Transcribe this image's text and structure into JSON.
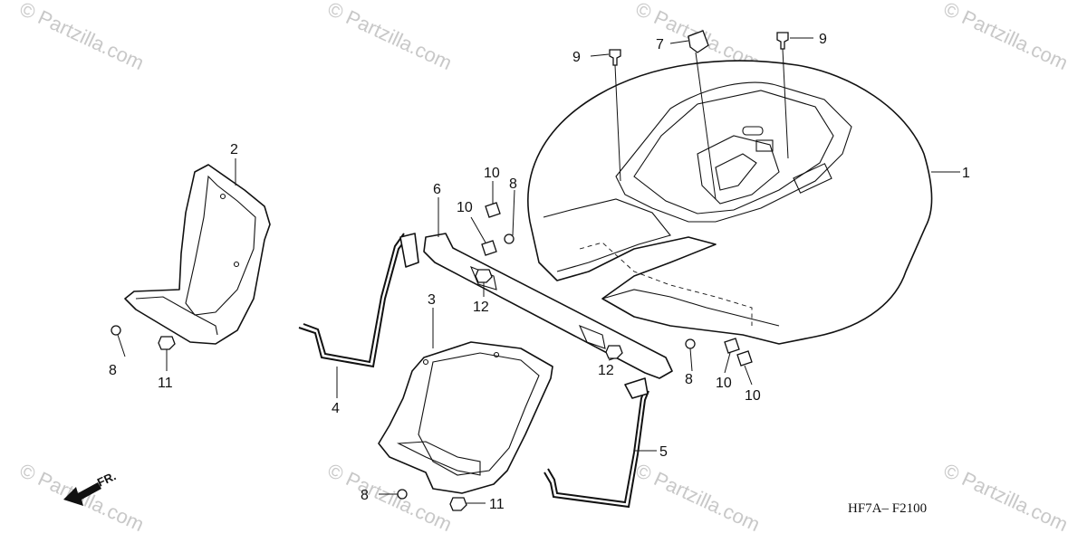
{
  "watermark": "© Partzilla.com",
  "diagram_code": "HF7A– F2100",
  "front_label": "FR.",
  "callouts": {
    "c1": "1",
    "c2": "2",
    "c3": "3",
    "c4": "4",
    "c5": "5",
    "c6": "6",
    "c7": "7",
    "c8a": "8",
    "c8b": "8",
    "c8c": "8",
    "c8d": "8",
    "c9a": "9",
    "c9b": "9",
    "c10a": "10",
    "c10b": "10",
    "c10c": "10",
    "c10d": "10",
    "c11a": "11",
    "c11b": "11",
    "c12a": "12",
    "c12b": "12"
  }
}
